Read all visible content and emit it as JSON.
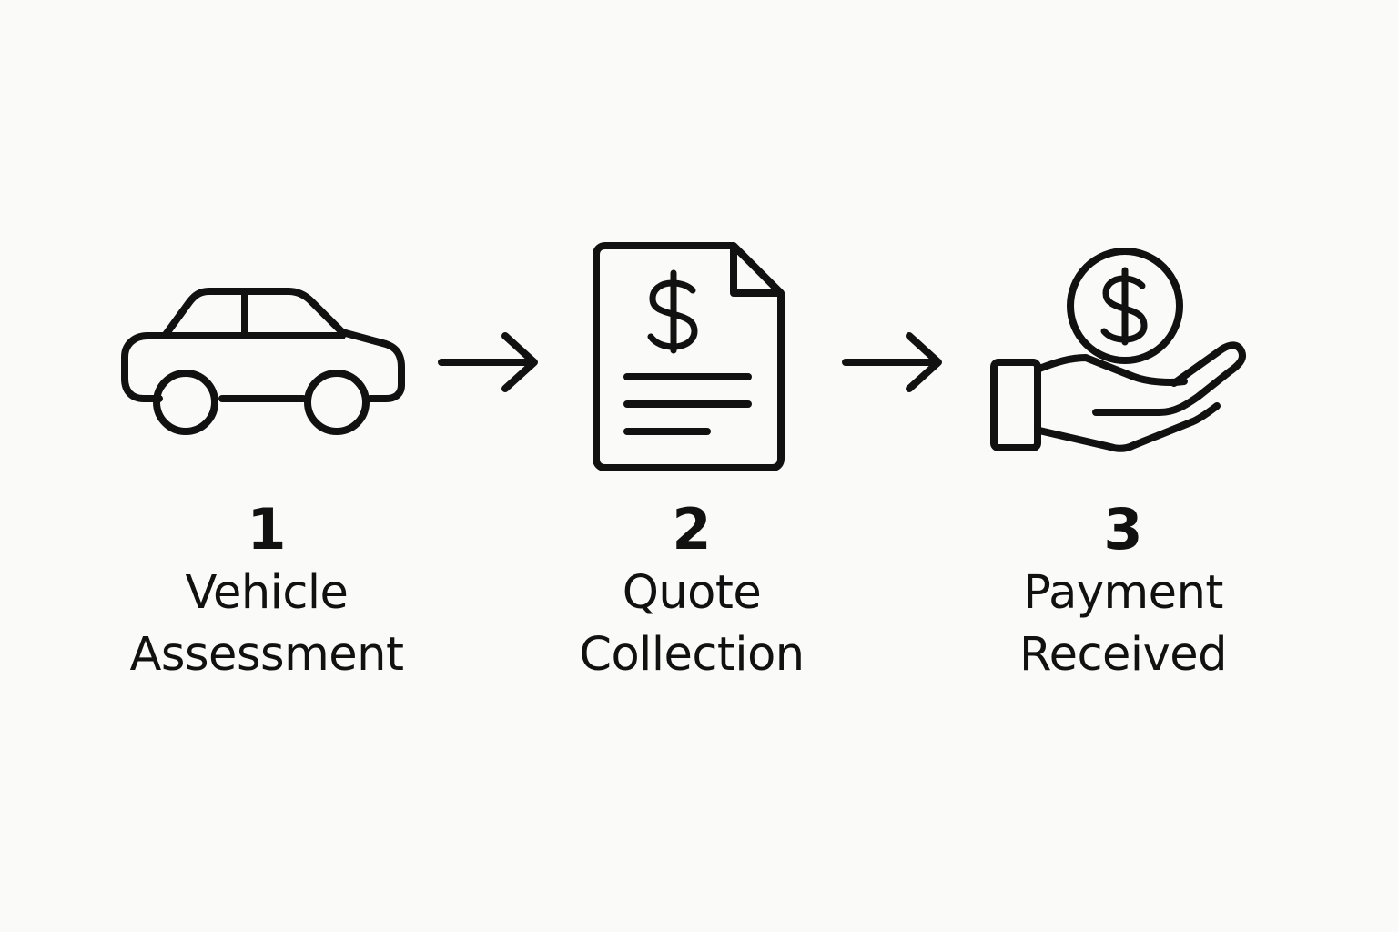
{
  "diagram": {
    "steps": [
      {
        "number": "1",
        "label": "Vehicle\nAssessment",
        "icon": "car-icon"
      },
      {
        "number": "2",
        "label": "Quote\nCollection",
        "icon": "invoice-document-dollar-icon"
      },
      {
        "number": "3",
        "label": "Payment\nReceived",
        "icon": "hand-holding-dollar-coin-icon"
      }
    ],
    "connectors": [
      {
        "icon": "right-arrow-icon"
      },
      {
        "icon": "right-arrow-icon"
      }
    ],
    "colors": {
      "background": "#fafaf8",
      "ink": "#111111"
    }
  }
}
